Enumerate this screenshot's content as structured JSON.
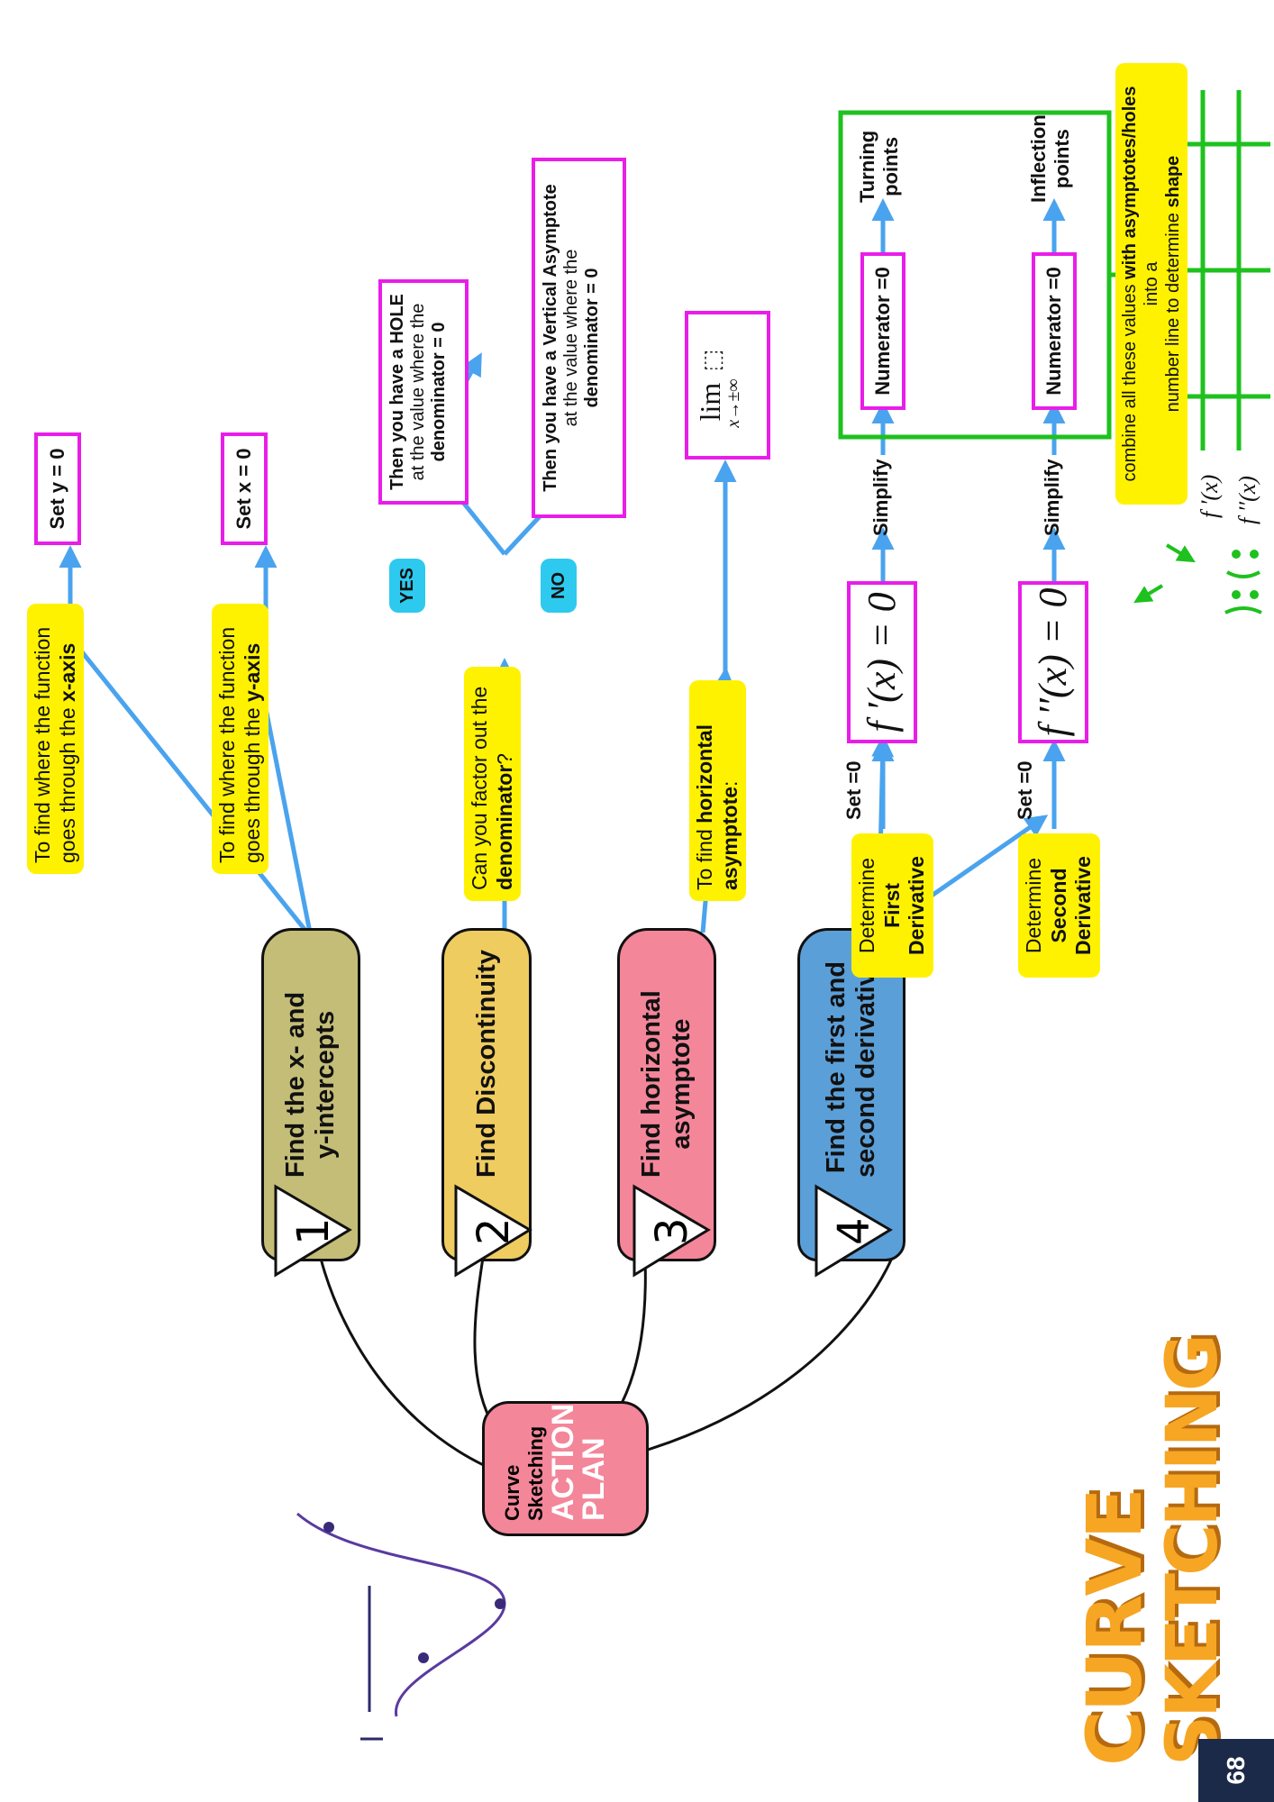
{
  "center": {
    "line1": "Curve",
    "line2": "Sketching",
    "line3": "ACTION",
    "line4": "PLAN"
  },
  "steps": [
    {
      "number": "1",
      "title_line1": "Find the x- and",
      "title_line2": "y-intercepts",
      "color": "#c4bd77"
    },
    {
      "number": "2",
      "title_line1": "Find Discontinuity",
      "title_line2": "",
      "color": "#efcc60"
    },
    {
      "number": "3",
      "title_line1": "Find horizontal",
      "title_line2": "asymptote",
      "color": "#f4869a"
    },
    {
      "number": "4",
      "title_line1": "Find the first and",
      "title_line2": "second derivative",
      "color": "#5b9fd8"
    }
  ],
  "intercepts": {
    "x_note_line1": "To find where the function",
    "x_note_line2_pre": "goes through the ",
    "x_note_bold": "x-axis",
    "x_set": "Set   y = 0",
    "y_note_line1": "To find where the function",
    "y_note_line2_pre": "goes through the ",
    "y_note_bold": "y-axis",
    "y_set": "Set   x = 0"
  },
  "discontinuity": {
    "question_line1": "Can you factor out the",
    "question_bold": "denominator",
    "question_end": "?",
    "yes": "YES",
    "no": "NO",
    "hole_bold": "Then you have a HOLE",
    "hole_line2": "at the value where the",
    "hole_line3": "denominator = 0",
    "va_bold": "Then you have a Vertical Asymptote",
    "va_line2": "at the value where the",
    "va_line3": "denominator = 0"
  },
  "horizontal": {
    "note_pre": "To find ",
    "note_bold1": "horizontal",
    "note_bold2": "asymptote",
    "note_end": ":",
    "lim": "lim",
    "lim_sub": "x→±∞",
    "placeholder": "⬚"
  },
  "derivatives": {
    "first_pre": "Determine",
    "first_b1": "First",
    "first_b2": "Derivative",
    "second_pre": "Determine",
    "second_b1": "Second",
    "second_b2": "Derivative",
    "set0": "Set =0",
    "fp_eq": "f ′(x)  =  0",
    "fpp_eq": "f ′′(x)  =  0",
    "simplify": "Simplify",
    "numerator": "Numerator =0",
    "turning_line1": "Turning",
    "turning_line2": "points",
    "inflection_line1": "Inflection",
    "inflection_line2": "points"
  },
  "combine": {
    "pre": "combine all these values ",
    "bold": "with asymptotes/holes",
    "mid": " into a",
    "line2_pre": "number line to determine ",
    "line2_bold": "shape",
    "fp_label": "f ′(x)",
    "fpp_label": "f ′′(x)"
  },
  "logo": {
    "word1": "CURVE",
    "word2": "SKETCHING"
  },
  "page_number": "68"
}
